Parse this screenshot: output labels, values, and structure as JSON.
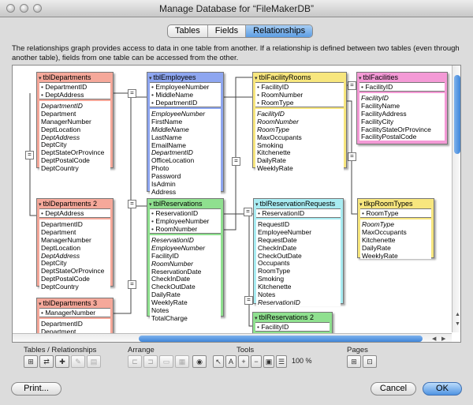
{
  "window": {
    "title": "Manage Database for “FileMakerDB”"
  },
  "tabs": [
    {
      "label": "Tables"
    },
    {
      "label": "Fields"
    },
    {
      "label": "Relationships"
    }
  ],
  "description": "The relationships graph provides access to data in one table from another. If a relationship is defined between two tables (even through another table), fields from one table can be accessed from the other.",
  "tables": [
    {
      "name": "tblDepartments",
      "color": "#f5a89a",
      "keys": [
        "DepartmentID",
        "DeptAddress"
      ],
      "fields": [
        {
          "t": "DepartmentID",
          "i": true
        },
        {
          "t": "Department"
        },
        {
          "t": "ManagerNumber"
        },
        {
          "t": "DeptLocation"
        },
        {
          "t": "DeptAddress",
          "i": true
        },
        {
          "t": "DeptCity"
        },
        {
          "t": "DeptStateOrProvince"
        },
        {
          "t": "DeptPostalCode"
        },
        {
          "t": "DeptCountry"
        }
      ]
    },
    {
      "name": "tblDepartments 2",
      "color": "#f5a89a",
      "keys": [
        "DeptAddress"
      ],
      "fields": [
        {
          "t": "DepartmentID"
        },
        {
          "t": "Department"
        },
        {
          "t": "ManagerNumber"
        },
        {
          "t": "DeptLocation"
        },
        {
          "t": "DeptAddress",
          "i": true
        },
        {
          "t": "DeptCity"
        },
        {
          "t": "DeptStateOrProvince"
        },
        {
          "t": "DeptPostalCode"
        },
        {
          "t": "DeptCountry"
        }
      ]
    },
    {
      "name": "tblDepartments 3",
      "color": "#f5a89a",
      "keys": [
        "ManagerNumber"
      ],
      "fields": [
        {
          "t": "DepartmentID"
        },
        {
          "t": "Department"
        }
      ]
    },
    {
      "name": "tblEmployees",
      "color": "#8ea6f0",
      "keys": [
        "EmployeeNumber",
        "MiddleName",
        "DepartmentID"
      ],
      "fields": [
        {
          "t": "EmployeeNumber",
          "i": true
        },
        {
          "t": "FirstName"
        },
        {
          "t": "MiddleName",
          "i": true
        },
        {
          "t": "LastName"
        },
        {
          "t": "EmailName"
        },
        {
          "t": "DepartmentID",
          "i": true
        },
        {
          "t": "OfficeLocation"
        },
        {
          "t": "Photo"
        },
        {
          "t": "Password"
        },
        {
          "t": "IsAdmin"
        },
        {
          "t": "Address"
        }
      ]
    },
    {
      "name": "tblReservations",
      "color": "#8fe08f",
      "keys": [
        "ReservationID",
        "EmployeeNumber",
        "RoomNumber"
      ],
      "fields": [
        {
          "t": "ReservationID",
          "i": true
        },
        {
          "t": "EmployeeNumber",
          "i": true
        },
        {
          "t": "FacilityID"
        },
        {
          "t": "RoomNumber",
          "i": true
        },
        {
          "t": "ReservationDate"
        },
        {
          "t": "CheckInDate"
        },
        {
          "t": "CheckOutDate"
        },
        {
          "t": "DailyRate"
        },
        {
          "t": "WeeklyRate"
        },
        {
          "t": "Notes"
        },
        {
          "t": "TotalCharge"
        }
      ]
    },
    {
      "name": "tblFacilityRooms",
      "color": "#f7e67e",
      "keys": [
        "FacilityID",
        "RoomNumber",
        "RoomType"
      ],
      "fields": [
        {
          "t": "FacilityID",
          "i": true
        },
        {
          "t": "RoomNumber",
          "i": true
        },
        {
          "t": "RoomType",
          "i": true
        },
        {
          "t": "MaxOccupants"
        },
        {
          "t": "Smoking"
        },
        {
          "t": "Kitchenette"
        },
        {
          "t": "DailyRate"
        },
        {
          "t": "WeeklyRate"
        }
      ]
    },
    {
      "name": "tblReservationRequests",
      "color": "#a8ecf2",
      "keys": [
        "ReservationID"
      ],
      "fields": [
        {
          "t": "RequestID"
        },
        {
          "t": "EmployeeNumber"
        },
        {
          "t": "RequestDate"
        },
        {
          "t": "CheckInDate"
        },
        {
          "t": "CheckOutDate"
        },
        {
          "t": "Occupants"
        },
        {
          "t": "RoomType"
        },
        {
          "t": "Smoking"
        },
        {
          "t": "Kitchenette"
        },
        {
          "t": "Notes"
        },
        {
          "t": "ReservationID",
          "i": true
        }
      ]
    },
    {
      "name": "tblReservations 2",
      "color": "#8fe08f",
      "keys": [
        "FacilityID"
      ],
      "fields": []
    },
    {
      "name": "tblFacilities",
      "color": "#f49ad6",
      "keys": [
        "FacilityID"
      ],
      "fields": [
        {
          "t": "FacilityID",
          "i": true
        },
        {
          "t": "FacilityName"
        },
        {
          "t": "FacilityAddress"
        },
        {
          "t": "FacilityCity"
        },
        {
          "t": "FacilityStateOrProvince"
        },
        {
          "t": "FacilityPostalCode"
        }
      ]
    },
    {
      "name": "tlkpRoomTypes",
      "color": "#f7e67e",
      "keys": [
        "RoomType"
      ],
      "fields": [
        {
          "t": "RoomType",
          "i": true
        },
        {
          "t": "MaxOccupants"
        },
        {
          "t": "Kitchenette"
        },
        {
          "t": "DailyRate"
        },
        {
          "t": "WeeklyRate"
        }
      ]
    }
  ],
  "toolbar": {
    "tables_relationships_label": "Tables / Relationships",
    "arrange_label": "Arrange",
    "tools_label": "Tools",
    "pages_label": "Pages",
    "zoom_value": "100",
    "zoom_unit": "%"
  },
  "buttons": {
    "print": "Print...",
    "cancel": "Cancel",
    "ok": "OK"
  }
}
